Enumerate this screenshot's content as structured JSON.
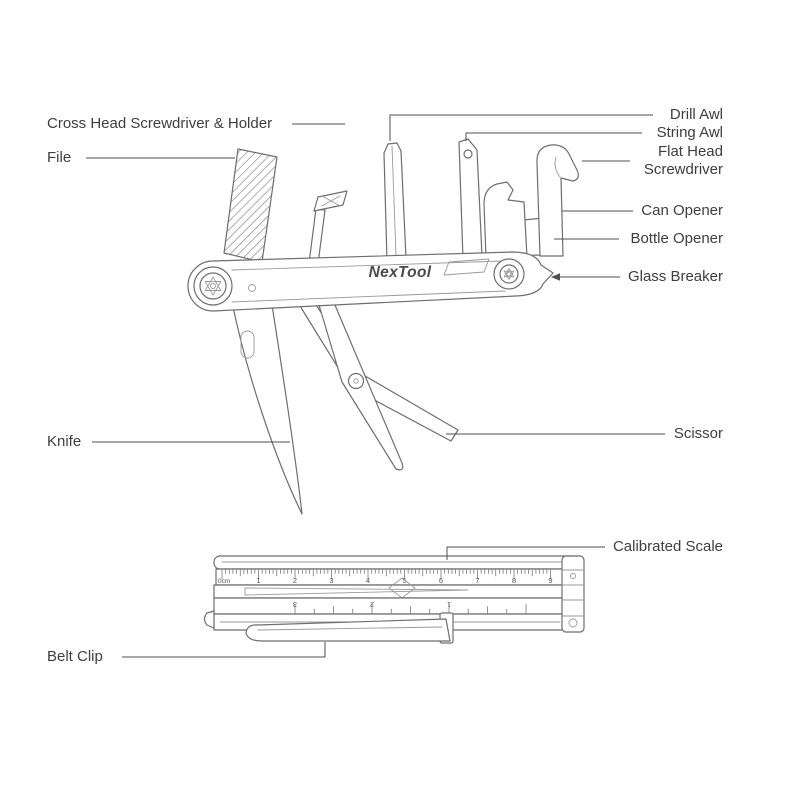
{
  "brand": "NexTool",
  "labels": {
    "cross_head": "Cross Head Screwdriver & Holder",
    "file": "File",
    "knife": "Knife",
    "belt_clip": "Belt Clip",
    "drill_awl": "Drill Awl",
    "string_awl": "String Awl",
    "flat_head": "Flat Head Screwdriver",
    "can_opener": "Can Opener",
    "bottle_opener": "Bottle Opener",
    "glass_breaker": "Glass Breaker",
    "scissor": "Scissor",
    "calibrated_scale": "Calibrated Scale"
  },
  "ruler": {
    "zero_label": "0cm",
    "ticks": [
      "1",
      "2",
      "3",
      "4",
      "5",
      "6",
      "7",
      "8",
      "9"
    ],
    "inverted_ticks": [
      "3",
      "2",
      "1"
    ]
  },
  "colors": {
    "diagram_line": "#6e6e6e",
    "label_text": "#3e3e3e",
    "leader_line": "#4f4f4f"
  }
}
